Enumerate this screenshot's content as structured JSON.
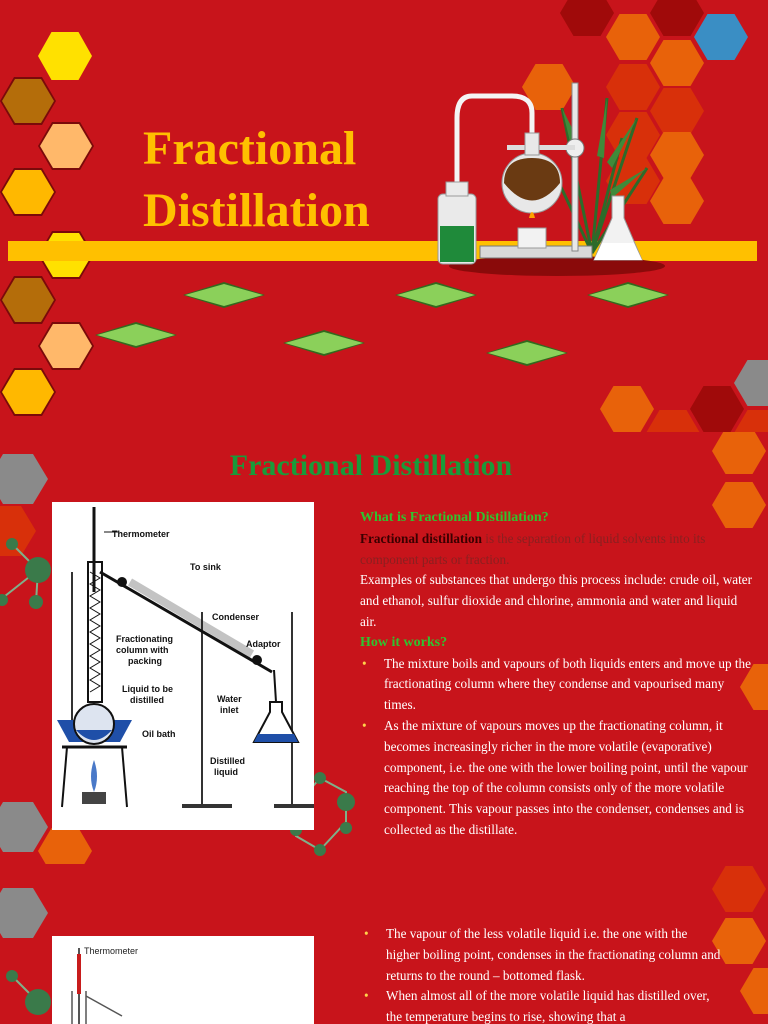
{
  "slide1": {
    "title_line1": "Fractional",
    "title_line2": "Distillation"
  },
  "slide2": {
    "title": "Fractional Distillation",
    "diagram_labels": {
      "thermometer": "Thermometer",
      "to_sink": "To sink",
      "condenser": "Condenser",
      "adaptor": "Adaptor",
      "fractionating_column_1": "Fractionating",
      "fractionating_column_2": "column with",
      "fractionating_column_3": "packing",
      "liquid_1": "Liquid to be",
      "liquid_2": "distilled",
      "oil_bath": "Oil bath",
      "water_inlet_1": "Water",
      "water_inlet_2": "inlet",
      "distilled_1": "Distilled",
      "distilled_2": "liquid"
    },
    "heading_what": "What is Fractional Distillation?",
    "definition_term": "Fractional distillation",
    "definition_rest": " is the separation of liquid solvents into its component parts or fraction.",
    "examples": "Examples of substances that undergo this process include: crude oil, water and  ethanol, sulfur dioxide and chlorine, ammonia and water and liquid air.",
    "heading_how": "How it works?",
    "bullets": [
      "The mixture boils and vapours of both liquids enters and move up the fractionating column where they condense and vapourised many times.",
      "As the mixture of vapours moves up the fractionating column, it becomes increasingly richer in the more volatile (evaporative) component, i.e. the one with the lower boiling point, until the vapour reaching the top of the column consists only of the more volatile component. This vapour passes into the condenser, condenses and is collected as the distillate."
    ]
  },
  "slide3": {
    "diagram_label": "Thermometer",
    "bullets": [
      "The vapour of the less volatile liquid i.e. the one with the higher boiling point, condenses in the fractionating column and returns to the round – bottomed flask.",
      "When almost all of the more volatile liquid has distilled over, the temperature begins to rise, showing that a"
    ]
  },
  "colors": {
    "background": "#c8141b",
    "title_gold": "#ffc000",
    "heading_green": "#1a9a3a",
    "diamond_green": "#8bd05a"
  }
}
